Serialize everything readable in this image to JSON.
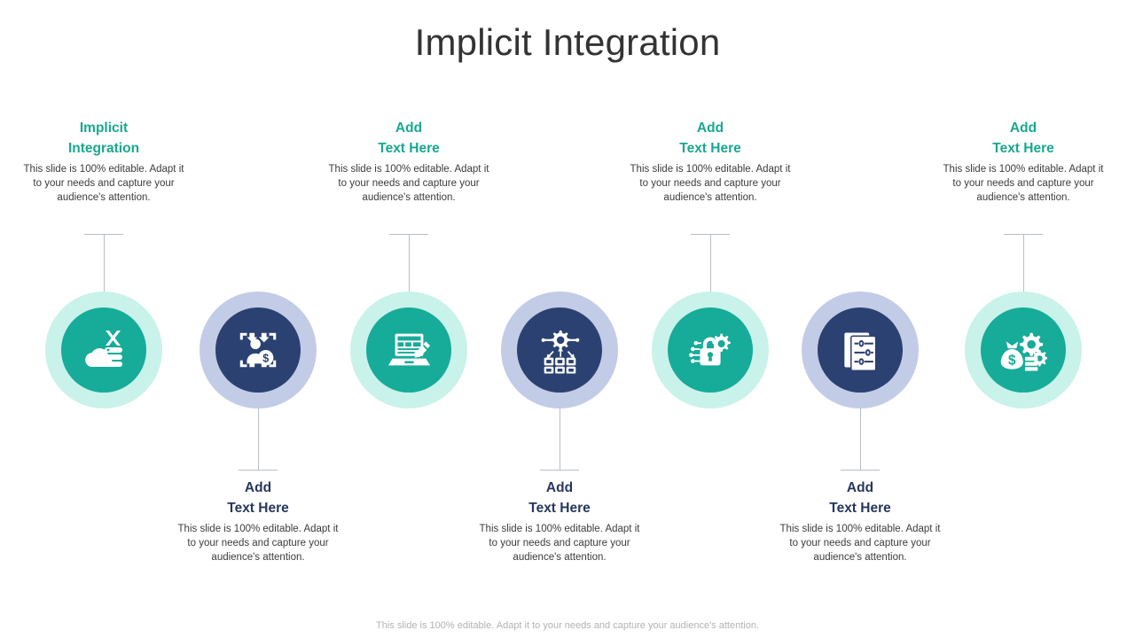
{
  "slide": {
    "title": "Implicit Integration",
    "footer": "This slide is 100% editable. Adapt it to your needs and capture your audience's attention.",
    "colors": {
      "title_text": "#333333",
      "teal_heading": "#18a88f",
      "navy_heading": "#26375e",
      "teal_disc": "#17ab99",
      "teal_ring": "#c9f2ea",
      "navy_disc": "#2b4172",
      "navy_ring": "#c3cce6",
      "connector": "#b9bec6",
      "footer_text": "#b2b2b2"
    }
  },
  "body_text": "This slide is 100% editable. Adapt it to your needs and capture your audience's attention.",
  "nodes": [
    {
      "index": 1,
      "position": "top",
      "theme": "teal",
      "icon": "cloud-server-disconnect-icon",
      "heading_line1": "Implicit",
      "heading_line2": "Integration",
      "body": "This slide is 100% editable. Adapt it to your needs and capture your audience's attention."
    },
    {
      "index": 2,
      "position": "bottom",
      "theme": "navy",
      "icon": "user-money-exchange-icon",
      "heading_line1": "Add",
      "heading_line2": "Text Here",
      "body": "This slide is 100% editable. Adapt it to your needs and capture your audience's attention."
    },
    {
      "index": 3,
      "position": "top",
      "theme": "teal",
      "icon": "laptop-edit-icon",
      "heading_line1": "Add",
      "heading_line2": "Text Here",
      "body": "This slide is 100% editable. Adapt it to your needs and capture your audience's attention."
    },
    {
      "index": 4,
      "position": "bottom",
      "theme": "navy",
      "icon": "gear-hierarchy-icon",
      "heading_line1": "Add",
      "heading_line2": "Text Here",
      "body": "This slide is 100% editable. Adapt it to your needs and capture your audience's attention."
    },
    {
      "index": 5,
      "position": "top",
      "theme": "teal",
      "icon": "lock-circuit-gear-icon",
      "heading_line1": "Add",
      "heading_line2": "Text Here",
      "body": "This slide is 100% editable. Adapt it to your needs and capture your audience's attention."
    },
    {
      "index": 6,
      "position": "bottom",
      "theme": "navy",
      "icon": "document-settings-sliders-icon",
      "heading_line1": "Add",
      "heading_line2": "Text Here",
      "body": "This slide is 100% editable. Adapt it to your needs and capture your audience's attention."
    },
    {
      "index": 7,
      "position": "top",
      "theme": "teal",
      "icon": "money-bag-gears-icon",
      "heading_line1": "Add",
      "heading_line2": "Text Here",
      "body": "This slide is 100% editable. Adapt it to your needs and capture your audience's attention."
    }
  ]
}
